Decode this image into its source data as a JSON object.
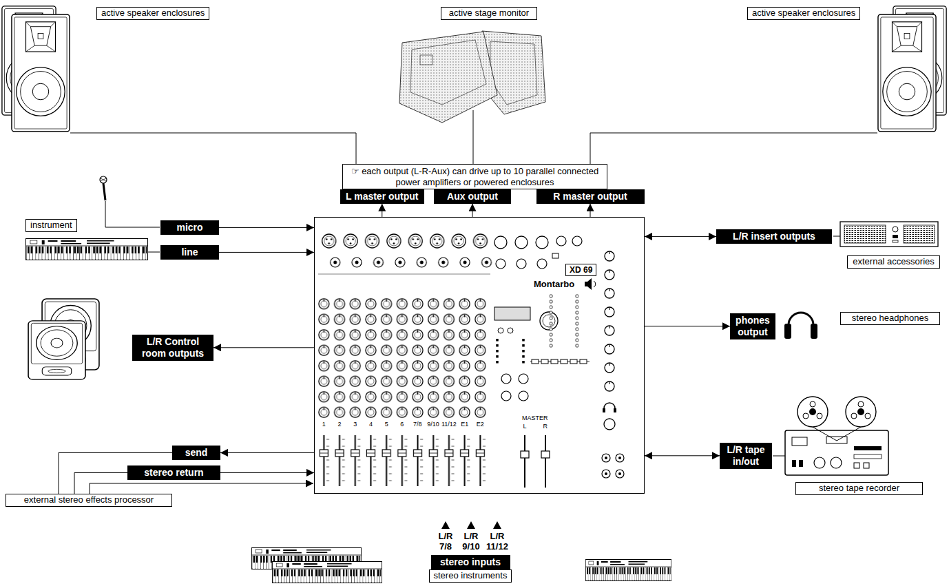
{
  "diagram": {
    "nodes": [
      {
        "text": [
          "active speaker enclosures"
        ]
      },
      {
        "text": [
          "active stage monitor"
        ]
      },
      {
        "text": [
          "active speaker enclosures"
        ]
      },
      {
        "text": [
          "☞ each output (L-R-Aux) can drive up to 10 parallel connected power amplifiers or powered enclosures"
        ]
      },
      {
        "text": [
          "L master output"
        ]
      },
      {
        "text": [
          "Aux output"
        ]
      },
      {
        "text": [
          "R master output"
        ]
      },
      {
        "text": [
          "instrument"
        ]
      },
      {
        "text": [
          "micro"
        ]
      },
      {
        "text": [
          "Montarbo"
        ]
      },
      {
        "text": [
          "XD 69"
        ],
        "in": 9
      },
      {
        "text": [
          "L/R insert outputs"
        ]
      },
      {
        "text": [
          "external accessories"
        ]
      },
      {
        "text": [
          "line"
        ]
      },
      {
        "text": [
          "L/R Control room outputs"
        ]
      },
      {
        "text": [
          "phones output"
        ]
      },
      {
        "text": [
          "stereo headphones"
        ]
      },
      {
        "text": [
          "send"
        ]
      },
      {
        "text": [
          "stereo return"
        ]
      },
      {
        "text": [
          "L/R tape in/out"
        ]
      },
      {
        "text": [
          "stereo tape recorder"
        ]
      },
      {
        "text": [
          "external stereo effects processor"
        ]
      },
      {
        "text": [
          "stereo inputs"
        ]
      },
      {
        "text": [
          "stereo instruments"
        ]
      }
    ],
    "edges": [
      {
        "from": 8,
        "to": 9,
        "arrow": "to"
      },
      {
        "from": 13,
        "to": 9,
        "arrow": "to"
      },
      {
        "from": 9,
        "to": 4,
        "arrow": "to"
      },
      {
        "from": 9,
        "to": 5,
        "arrow": "to"
      },
      {
        "from": 9,
        "to": 6,
        "arrow": "to"
      },
      {
        "from": 9,
        "to": 11,
        "arrow": "both"
      },
      {
        "from": 9,
        "to": 14,
        "arrow": "to"
      },
      {
        "from": 9,
        "to": 15,
        "arrow": "to"
      },
      {
        "from": 9,
        "to": 17,
        "arrow": "to"
      },
      {
        "from": 18,
        "to": 9,
        "arrow": "to"
      },
      {
        "from": 17,
        "to": 21,
        "arrow": "none"
      },
      {
        "from": 21,
        "to": 18,
        "arrow": "none"
      },
      {
        "from": 9,
        "to": 19,
        "arrow": "both"
      }
    ],
    "labels": [
      "1",
      "2",
      "3",
      "4",
      "5",
      "6",
      "7/8",
      "9/10",
      "11/12",
      "E1",
      "E2",
      "MASTER",
      "L",
      "R",
      "L/R 7/8",
      "L/R 9/10",
      "L/R 11/12"
    ]
  }
}
